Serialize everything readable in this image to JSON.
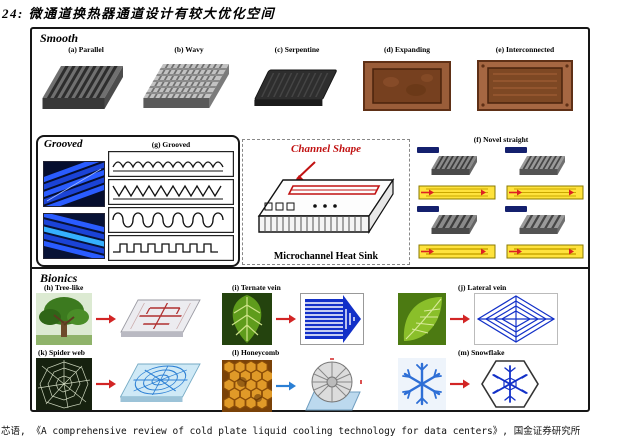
{
  "page": {
    "title": "24: 微通道换热器通道设计有较大优化空间",
    "source": "芯语, 《A comprehensive review of cold plate liquid cooling technology for data centers》, 国金证券研究所"
  },
  "sections": {
    "smooth": {
      "label": "Smooth",
      "panels": [
        {
          "label": "(a) Parallel"
        },
        {
          "label": "(b) Wavy"
        },
        {
          "label": "(c) Serpentine"
        },
        {
          "label": "(d) Expanding"
        },
        {
          "label": "(e) Interconnected"
        }
      ]
    },
    "grooved": {
      "label": "Grooved",
      "panel_g_label": "(g) Grooved",
      "channel_shape_label": "Channel Shape",
      "heat_sink_label": "Microchannel Heat Sink",
      "panel_f_label": "(f) Novel straight"
    },
    "bionics": {
      "label": "Bionics",
      "panels": [
        {
          "label": "(h) Tree-like"
        },
        {
          "label": "(i) Ternate vein"
        },
        {
          "label": "(j) Lateral vein"
        },
        {
          "label": "(k) Spider web"
        },
        {
          "label": "(l) Honeycomb"
        },
        {
          "label": "(m) Snowflake"
        }
      ]
    }
  },
  "colors": {
    "accent_red": "#c11212",
    "channel_blue": "#1230c8",
    "copper": "#9a5d39",
    "leaf_green": "#5f9c1c"
  }
}
